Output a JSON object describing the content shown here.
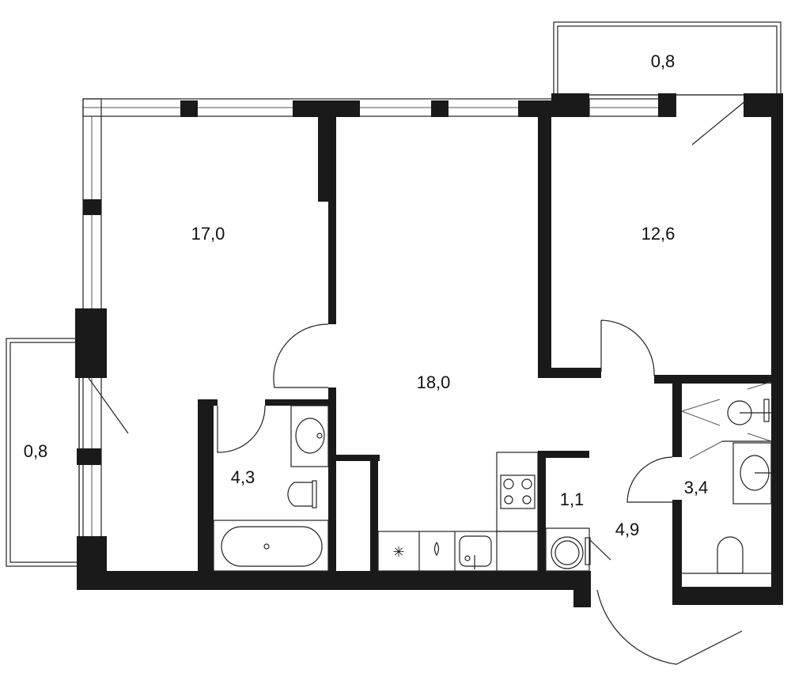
{
  "plan": {
    "rooms": [
      {
        "id": "balcony-top",
        "area": "0,8"
      },
      {
        "id": "room-left",
        "area": "17,0"
      },
      {
        "id": "room-right",
        "area": "12,6"
      },
      {
        "id": "living-kitchen",
        "area": "18,0"
      },
      {
        "id": "balcony-left",
        "area": "0,8"
      },
      {
        "id": "bathroom",
        "area": "4,3"
      },
      {
        "id": "storage",
        "area": "1,1"
      },
      {
        "id": "hallway",
        "area": "4,9"
      },
      {
        "id": "wc",
        "area": "3,4"
      }
    ],
    "colors": {
      "wall": "#1a1a1a",
      "line": "#222222",
      "background": "#ffffff"
    }
  }
}
